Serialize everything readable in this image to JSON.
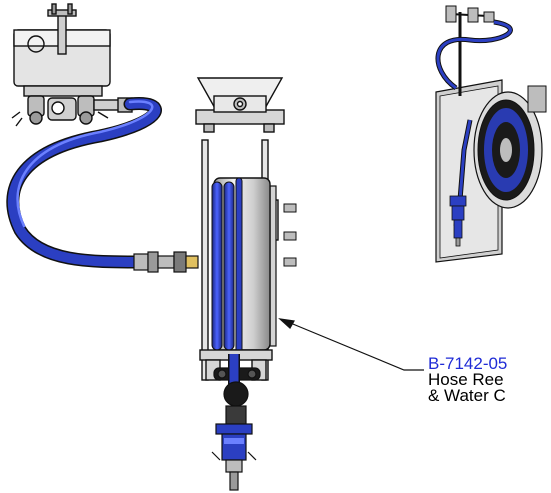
{
  "callout": {
    "part_number": "B-7142-05",
    "line1": "Hose Ree",
    "line2": "& Water C"
  },
  "colors": {
    "hose": "#2b3fc2",
    "hose_dark": "#1a2680",
    "label_blue": "#1f2bd6",
    "metal": "#d8d8d8",
    "outline": "#111111"
  },
  "icons": [
    "mixing-valve-icon",
    "hose-reel-icon",
    "spray-valve-icon",
    "wall-mount-bracket-icon"
  ]
}
